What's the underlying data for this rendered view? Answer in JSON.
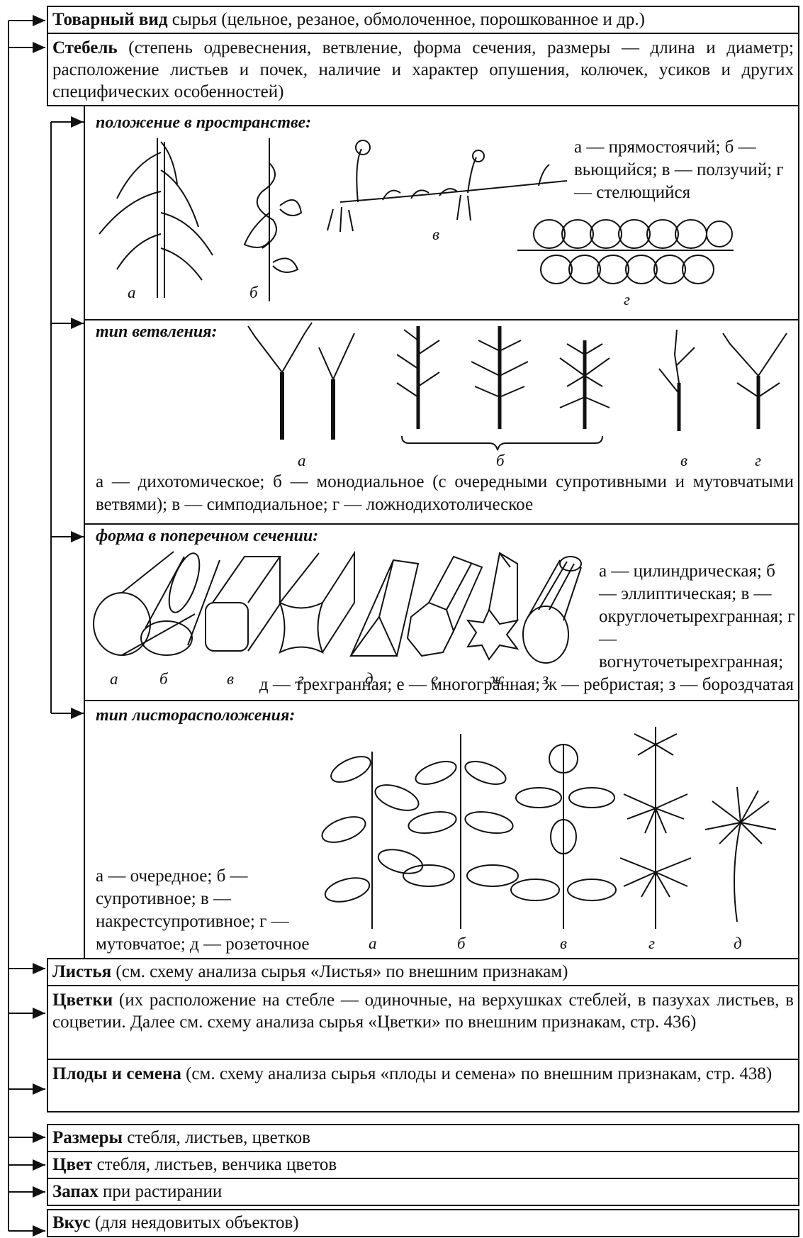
{
  "top": {
    "raw": {
      "head": "Товарный вид",
      "rest": " сырья (цельное, резаное, обмолоченное, порошкованное и др.)"
    },
    "stem": {
      "head": "Стебель",
      "rest": " (степень одревеснения, ветвление, форма сечения, размеры — длина и диаметр; расположение листьев и почек, наличие и характер опушения, колючек, усиков и других специфических особенностей)"
    }
  },
  "sections": {
    "position": {
      "title": "положение в пространстве:",
      "caption": "а — прямостоячий; б — вьющийся; в — ползучий; г — стелющийся",
      "labels": [
        "а",
        "б",
        "в",
        "г"
      ]
    },
    "branching": {
      "title": "тип ветвления:",
      "caption": "а — дихотомическое; б — монодиальное (с очередными супротивными и мутовчатыми ветвями); в — симподиальное; г — ложнодихотолическое",
      "labels": [
        "а",
        "б",
        "в",
        "г"
      ]
    },
    "section_shape": {
      "title": "форма в поперечном сечении:",
      "caption_right": "а — цилиндрическая; б — эллиптическая; в — округлочетырехгранная; г — вогнуточетырехгранная;",
      "caption_bottom": "д — трехгранная; е — многогранная; ж — ребристая; з — бороздчатая",
      "labels": [
        "а",
        "б",
        "в",
        "г",
        "д",
        "е",
        "ж",
        "з"
      ]
    },
    "leaf_arrangement": {
      "title": "тип листорасположения:",
      "caption": "а — очередное; б — супротивное; в — накрестсупротивное; г — мутовчатое; д — розеточное",
      "labels": [
        "а",
        "б",
        "в",
        "г",
        "д"
      ]
    }
  },
  "bottom": [
    {
      "head": "Листья",
      "rest": " (см. схему анализа сырья «Листья» по внешним признакам)"
    },
    {
      "head": "Цветки",
      "rest": " (их расположение на стебле — одиночные, на верхушках стеблей, в пазухах листьев, в соцветии. Далее см. схему анализа сырья «Цветки» по внешним признакам, стр. 436)"
    },
    {
      "head": "Плоды и семена",
      "rest": " (см. схему анализа сырья «плоды и семена» по внешним признакам, стр. 438)"
    },
    {
      "head": "Размеры",
      "rest": " стебля, листьев, цветков"
    },
    {
      "head": "Цвет",
      "rest": " стебля, листьев, венчика цветов"
    },
    {
      "head": "Запах",
      "rest": " при растирании"
    },
    {
      "head": "Вкус",
      "rest": " (для неядовитых объектов)"
    }
  ]
}
